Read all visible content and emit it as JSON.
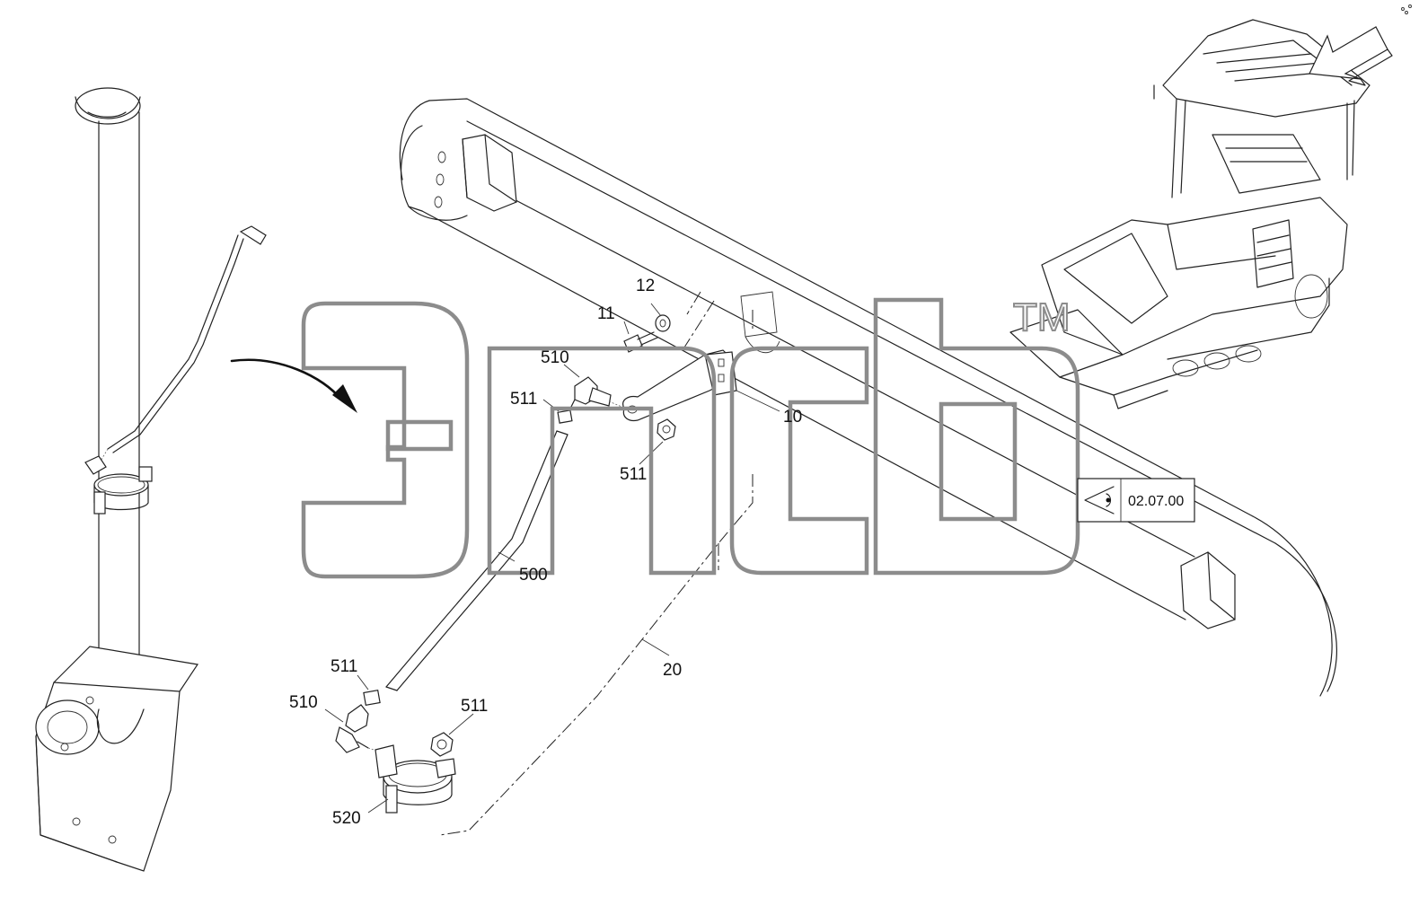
{
  "callouts": {
    "c10": "10",
    "c11": "11",
    "c12": "12",
    "c20": "20",
    "c500": "500",
    "c510_top": "510",
    "c510_bottom": "510",
    "c511_top_left": "511",
    "c511_top_right": "511",
    "c511_bottom_left": "511",
    "c511_bottom_right": "511",
    "c520": "520"
  },
  "reference": {
    "icon": "eye-view-icon",
    "code": "02.07.00"
  },
  "watermark": {
    "text": "эпсь",
    "trademark": "TM"
  },
  "colors": {
    "line": "#222222",
    "watermark": "#8c8c8c",
    "background": "#ffffff"
  }
}
